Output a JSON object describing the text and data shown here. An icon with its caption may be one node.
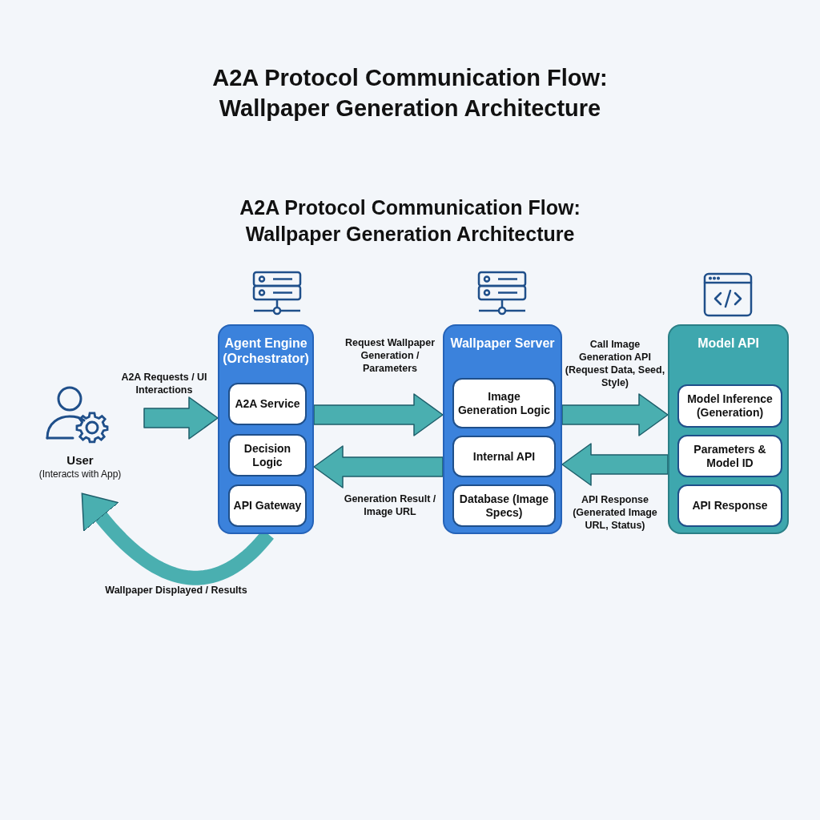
{
  "diagram": {
    "title": "A2A Protocol Communication Flow: Wallpaper Generation Architecture",
    "nodes": [
      {
        "text": [
          "User",
          "(Interacts with App)"
        ]
      },
      {
        "text": [
          "Agent Engine (Orchestrator)"
        ]
      },
      {
        "text": [
          "A2A Service"
        ],
        "in": 1
      },
      {
        "text": [
          "Decision Logic"
        ],
        "in": 1
      },
      {
        "text": [
          "API Gateway"
        ],
        "in": 1
      },
      {
        "text": [
          "Wallpaper Server"
        ]
      },
      {
        "text": [
          "Image Generation Logic"
        ],
        "in": 5
      },
      {
        "text": [
          "Internal API"
        ],
        "in": 5
      },
      {
        "text": [
          "Database (Image Specs)"
        ],
        "in": 5
      },
      {
        "text": [
          "Model API"
        ]
      },
      {
        "text": [
          "Model Inference (Generation)"
        ],
        "in": 9
      },
      {
        "text": [
          "Parameters & Model ID"
        ],
        "in": 9
      },
      {
        "text": [
          "API Response"
        ],
        "in": 9
      }
    ],
    "edges": [
      {
        "from": 0,
        "to": 1,
        "arrow": "to",
        "label": "A2A Requests / UI Interactions"
      },
      {
        "from": 1,
        "to": 5,
        "arrow": "to",
        "label": "Request Wallpaper Generation / Parameters"
      },
      {
        "from": 5,
        "to": 1,
        "arrow": "to",
        "label": "Generation Result / Image URL"
      },
      {
        "from": 5,
        "to": 9,
        "arrow": "to",
        "label": "Call Image Generation API (Request Data, Seed, Style)"
      },
      {
        "from": 9,
        "to": 5,
        "arrow": "to",
        "label": "API Response (Generated Image URL, Status)"
      },
      {
        "from": 1,
        "to": 0,
        "arrow": "to",
        "label": "Wallpaper Displayed / Results"
      }
    ],
    "labels": [
      "A2A Protocol Communication Flow: Wallpaper Generation Architecture"
    ]
  }
}
